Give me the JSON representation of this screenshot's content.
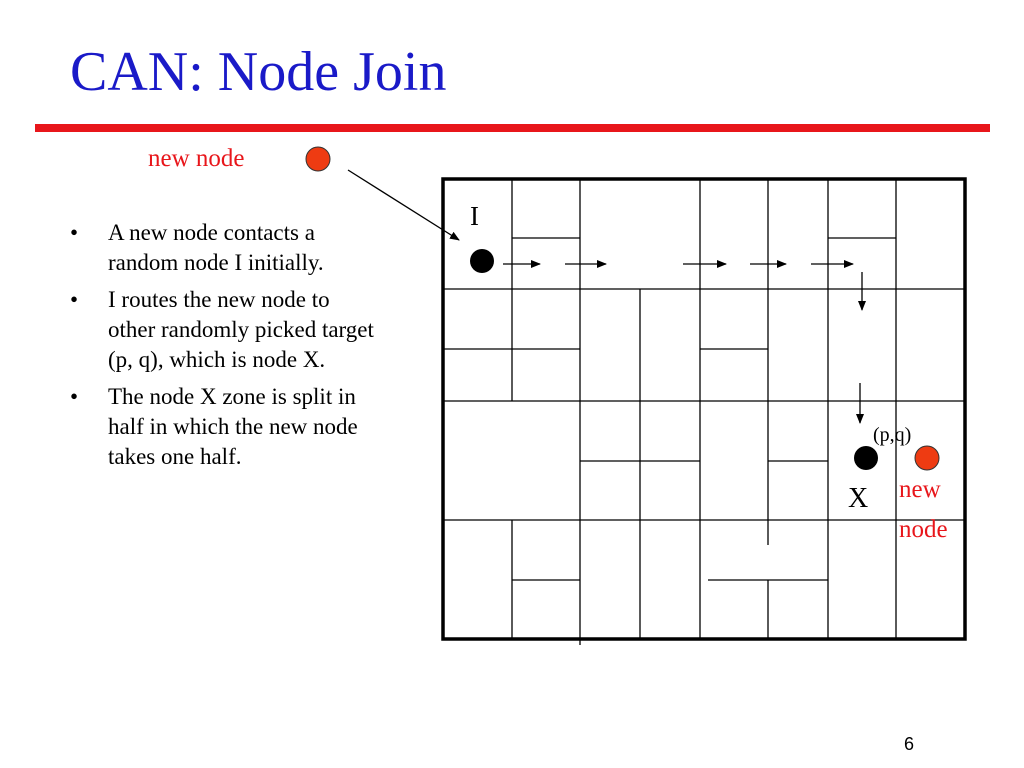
{
  "slide": {
    "title": "CAN: Node Join",
    "page_number": "6",
    "bullets": [
      {
        "marker": "•",
        "text": "A new node contacts a random node I initially."
      },
      {
        "marker": "•",
        "text": "I routes the new node to other randomly picked target (p, q), which is node X."
      },
      {
        "marker": "•",
        "text": "The node X zone is split in half in which the new node takes one half."
      }
    ]
  },
  "diagram": {
    "new_node_label_top": "new node",
    "node_i_label": "I",
    "target_label": "(p,q)",
    "node_x_label": "X",
    "new_node_label_right_line1": "new",
    "new_node_label_right_line2": "node",
    "colors": {
      "title": "#1a1ac8",
      "rule": "#e8161b",
      "new_node_fill": "#ee3b12",
      "new_node_text": "#e8161b",
      "node_fill": "#000000",
      "grid": "#000000"
    }
  }
}
